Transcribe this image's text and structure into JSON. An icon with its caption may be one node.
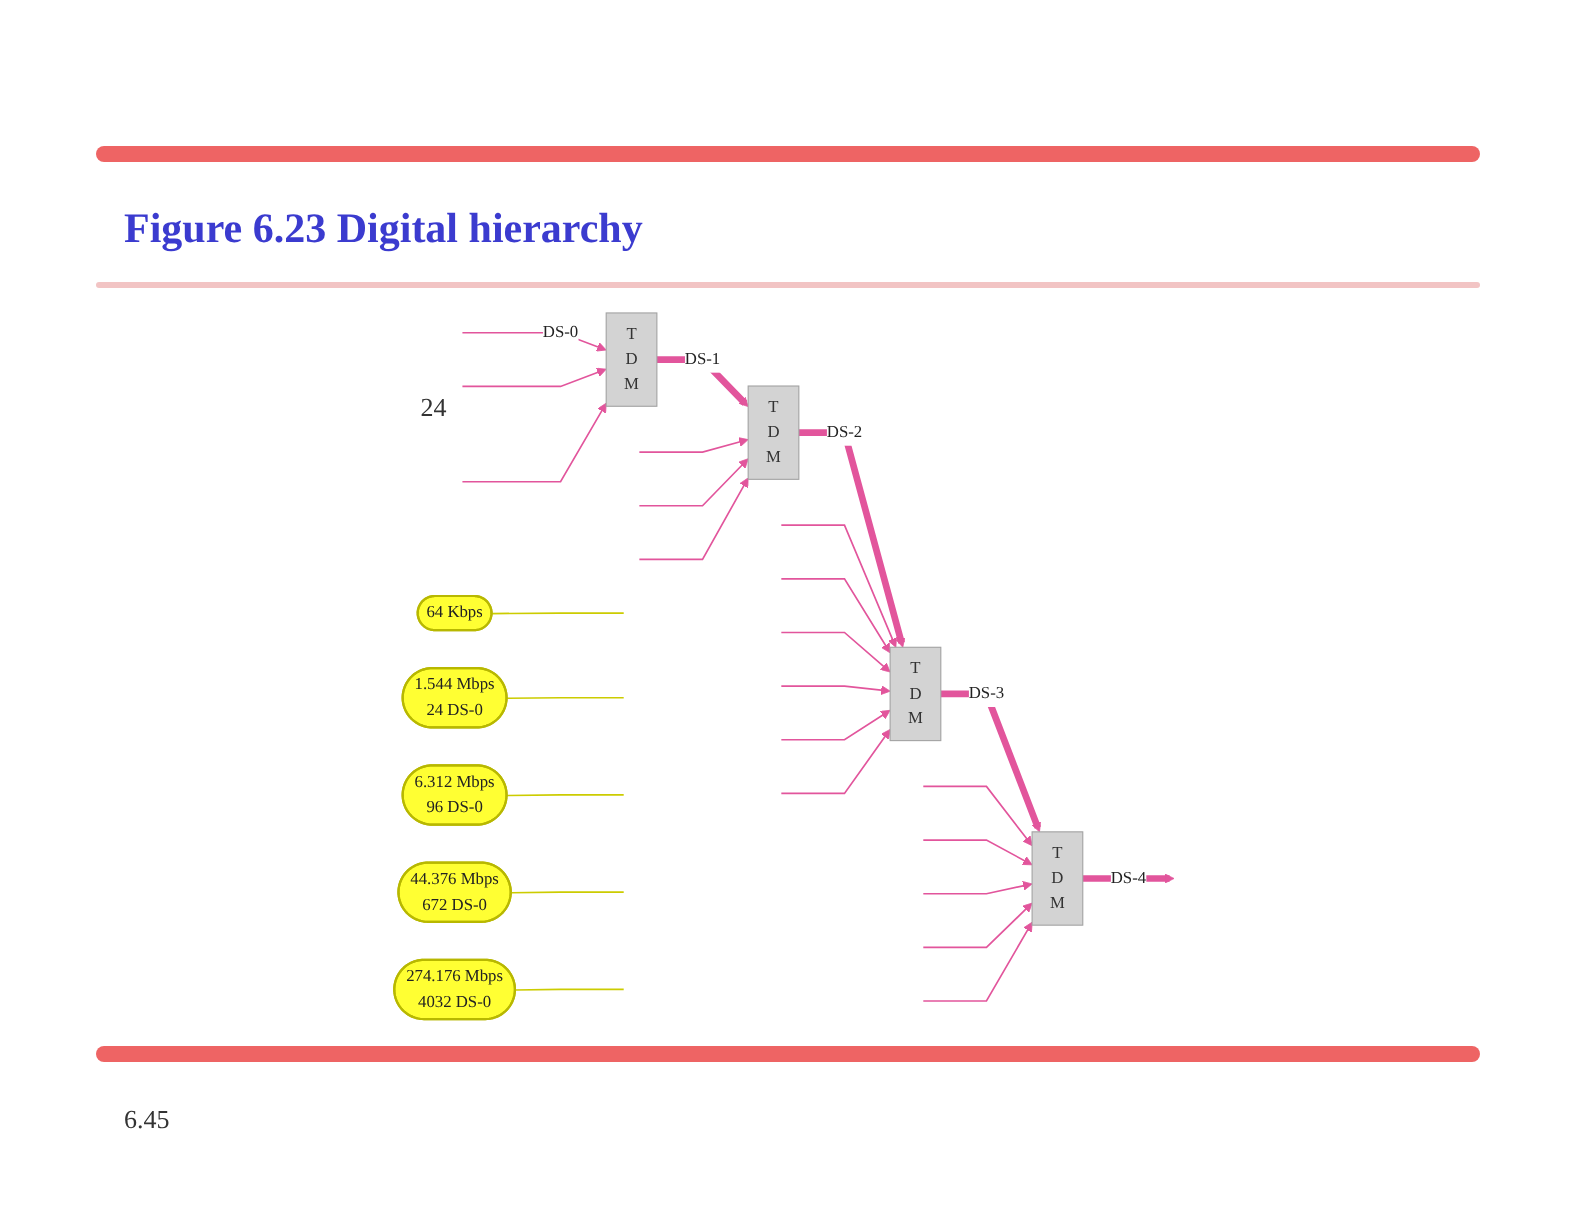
{
  "diagram": {
    "title": "Figure 6.23 Digital hierarchy",
    "nodes": [
      {
        "text": [
          "T D M"
        ]
      },
      {
        "text": [
          "64 Kbps"
        ]
      },
      {
        "text": [
          "T D M"
        ]
      },
      {
        "text": [
          "1.544 Mbps 24 DS-0"
        ]
      },
      {
        "text": [
          "6.312 Mbps 96 DS-0"
        ]
      },
      {
        "text": [
          "T D M"
        ]
      },
      {
        "text": [
          "44.376 Mbps 672 DS-0"
        ]
      },
      {
        "text": [
          "274.176 Mbps 4032 DS-0"
        ]
      },
      {
        "text": [
          "T D M"
        ]
      }
    ],
    "edges": [
      {
        "from": null,
        "to": 0,
        "arrow": "to",
        "label": "DS-0"
      },
      {
        "from": null,
        "to": 0,
        "arrow": "to"
      },
      {
        "from": null,
        "to": 0,
        "arrow": "to"
      },
      {
        "from": 0,
        "to": 2,
        "arrow": "to",
        "label": "DS-1",
        "style": "thick"
      },
      {
        "from": null,
        "to": 2,
        "arrow": "to"
      },
      {
        "from": null,
        "to": 2,
        "arrow": "to"
      },
      {
        "from": null,
        "to": 2,
        "arrow": "to"
      },
      {
        "from": 2,
        "to": 5,
        "arrow": "to",
        "label": "DS-2",
        "style": "thick"
      },
      {
        "from": null,
        "to": 5,
        "arrow": "to"
      },
      {
        "from": null,
        "to": 5,
        "arrow": "to"
      },
      {
        "from": null,
        "to": 5,
        "arrow": "to"
      },
      {
        "from": null,
        "to": 5,
        "arrow": "to"
      },
      {
        "from": null,
        "to": 5,
        "arrow": "to"
      },
      {
        "from": null,
        "to": 5,
        "arrow": "to"
      },
      {
        "from": 5,
        "to": 8,
        "arrow": "to",
        "label": "DS-3",
        "style": "thick"
      },
      {
        "from": null,
        "to": 8,
        "arrow": "to"
      },
      {
        "from": null,
        "to": 8,
        "arrow": "to"
      },
      {
        "from": null,
        "to": 8,
        "arrow": "to"
      },
      {
        "from": null,
        "to": 8,
        "arrow": "to"
      },
      {
        "from": null,
        "to": 8,
        "arrow": "to"
      },
      {
        "from": 8,
        "to": null,
        "arrow": "to",
        "label": "DS-4",
        "style": "thick"
      },
      {
        "from": 1,
        "to": null,
        "arrow": "none",
        "color": "#cccc00"
      },
      {
        "from": 3,
        "to": null,
        "arrow": "none",
        "color": "#cccc00"
      },
      {
        "from": 4,
        "to": null,
        "arrow": "none",
        "color": "#cccc00"
      },
      {
        "from": 6,
        "to": null,
        "arrow": "none",
        "color": "#cccc00"
      },
      {
        "from": 7,
        "to": null,
        "arrow": "none",
        "color": "#cccc00"
      }
    ],
    "labels": [
      "24",
      "6.45"
    ]
  }
}
